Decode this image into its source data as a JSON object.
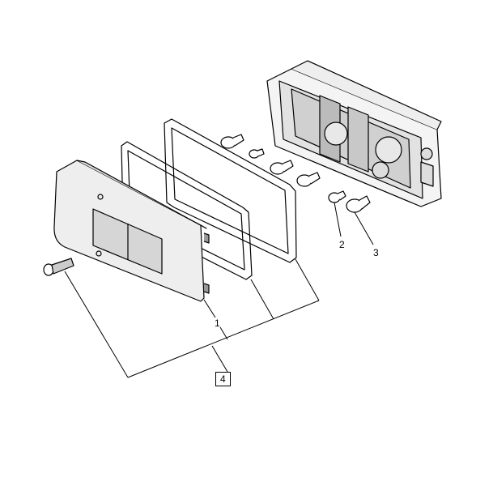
{
  "diagram": {
    "callouts": [
      {
        "id": "1",
        "label": "1"
      },
      {
        "id": "2",
        "label": "2"
      },
      {
        "id": "3",
        "label": "3"
      },
      {
        "id": "4",
        "label": "4",
        "boxed": true
      }
    ]
  }
}
